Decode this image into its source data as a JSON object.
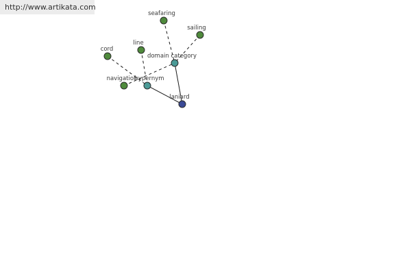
{
  "header": {
    "url_text": "http://www.artikata.com"
  },
  "colors": {
    "leaf_node": "#4f8a3c",
    "hub_node": "#4b9a96",
    "focus_node": "#3b4a96"
  },
  "graph": {
    "nodes": [
      {
        "id": "seafaring",
        "label": "seafaring",
        "kind": "leaf"
      },
      {
        "id": "sailing",
        "label": "sailing",
        "kind": "leaf"
      },
      {
        "id": "cord",
        "label": "cord",
        "kind": "leaf"
      },
      {
        "id": "line",
        "label": "line",
        "kind": "leaf"
      },
      {
        "id": "domain-category",
        "label": "domain category",
        "kind": "hub"
      },
      {
        "id": "navigation",
        "label": "navigation",
        "kind": "leaf"
      },
      {
        "id": "hypernym",
        "label": "hypernym",
        "kind": "hub"
      },
      {
        "id": "laniard",
        "label": "laniard",
        "kind": "focus"
      }
    ],
    "edges": [
      {
        "from": "seafaring",
        "to": "domain-category",
        "style": "dashed"
      },
      {
        "from": "sailing",
        "to": "domain-category",
        "style": "dashed"
      },
      {
        "from": "navigation",
        "to": "domain-category",
        "style": "dashed"
      },
      {
        "from": "cord",
        "to": "hypernym",
        "style": "dashed"
      },
      {
        "from": "line",
        "to": "hypernym",
        "style": "dashed"
      },
      {
        "from": "domain-category",
        "to": "laniard",
        "style": "solid"
      },
      {
        "from": "hypernym",
        "to": "laniard",
        "style": "solid"
      }
    ]
  }
}
